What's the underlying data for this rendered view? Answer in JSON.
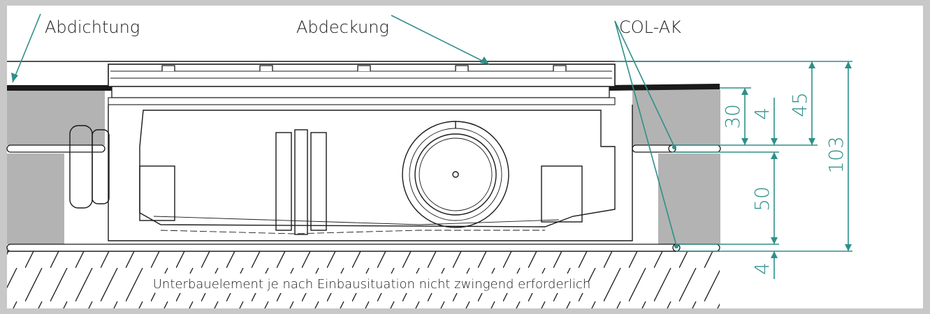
{
  "labels": {
    "seal": "Abdichtung",
    "cover": "Abdeckung",
    "profile": "COL-AK",
    "note": "Unterbauelement je nach Einbausituation nicht zwingend erforderlich"
  },
  "dimensions": {
    "d30": "30",
    "d4_top": "4",
    "d45": "45",
    "d103": "103",
    "d50": "50",
    "d4_bottom": "4"
  },
  "colors": {
    "frame": "#c8c8c8",
    "concrete": "#b3b3b3",
    "accent": "#2f8f8a",
    "line": "#1a1a1a"
  }
}
